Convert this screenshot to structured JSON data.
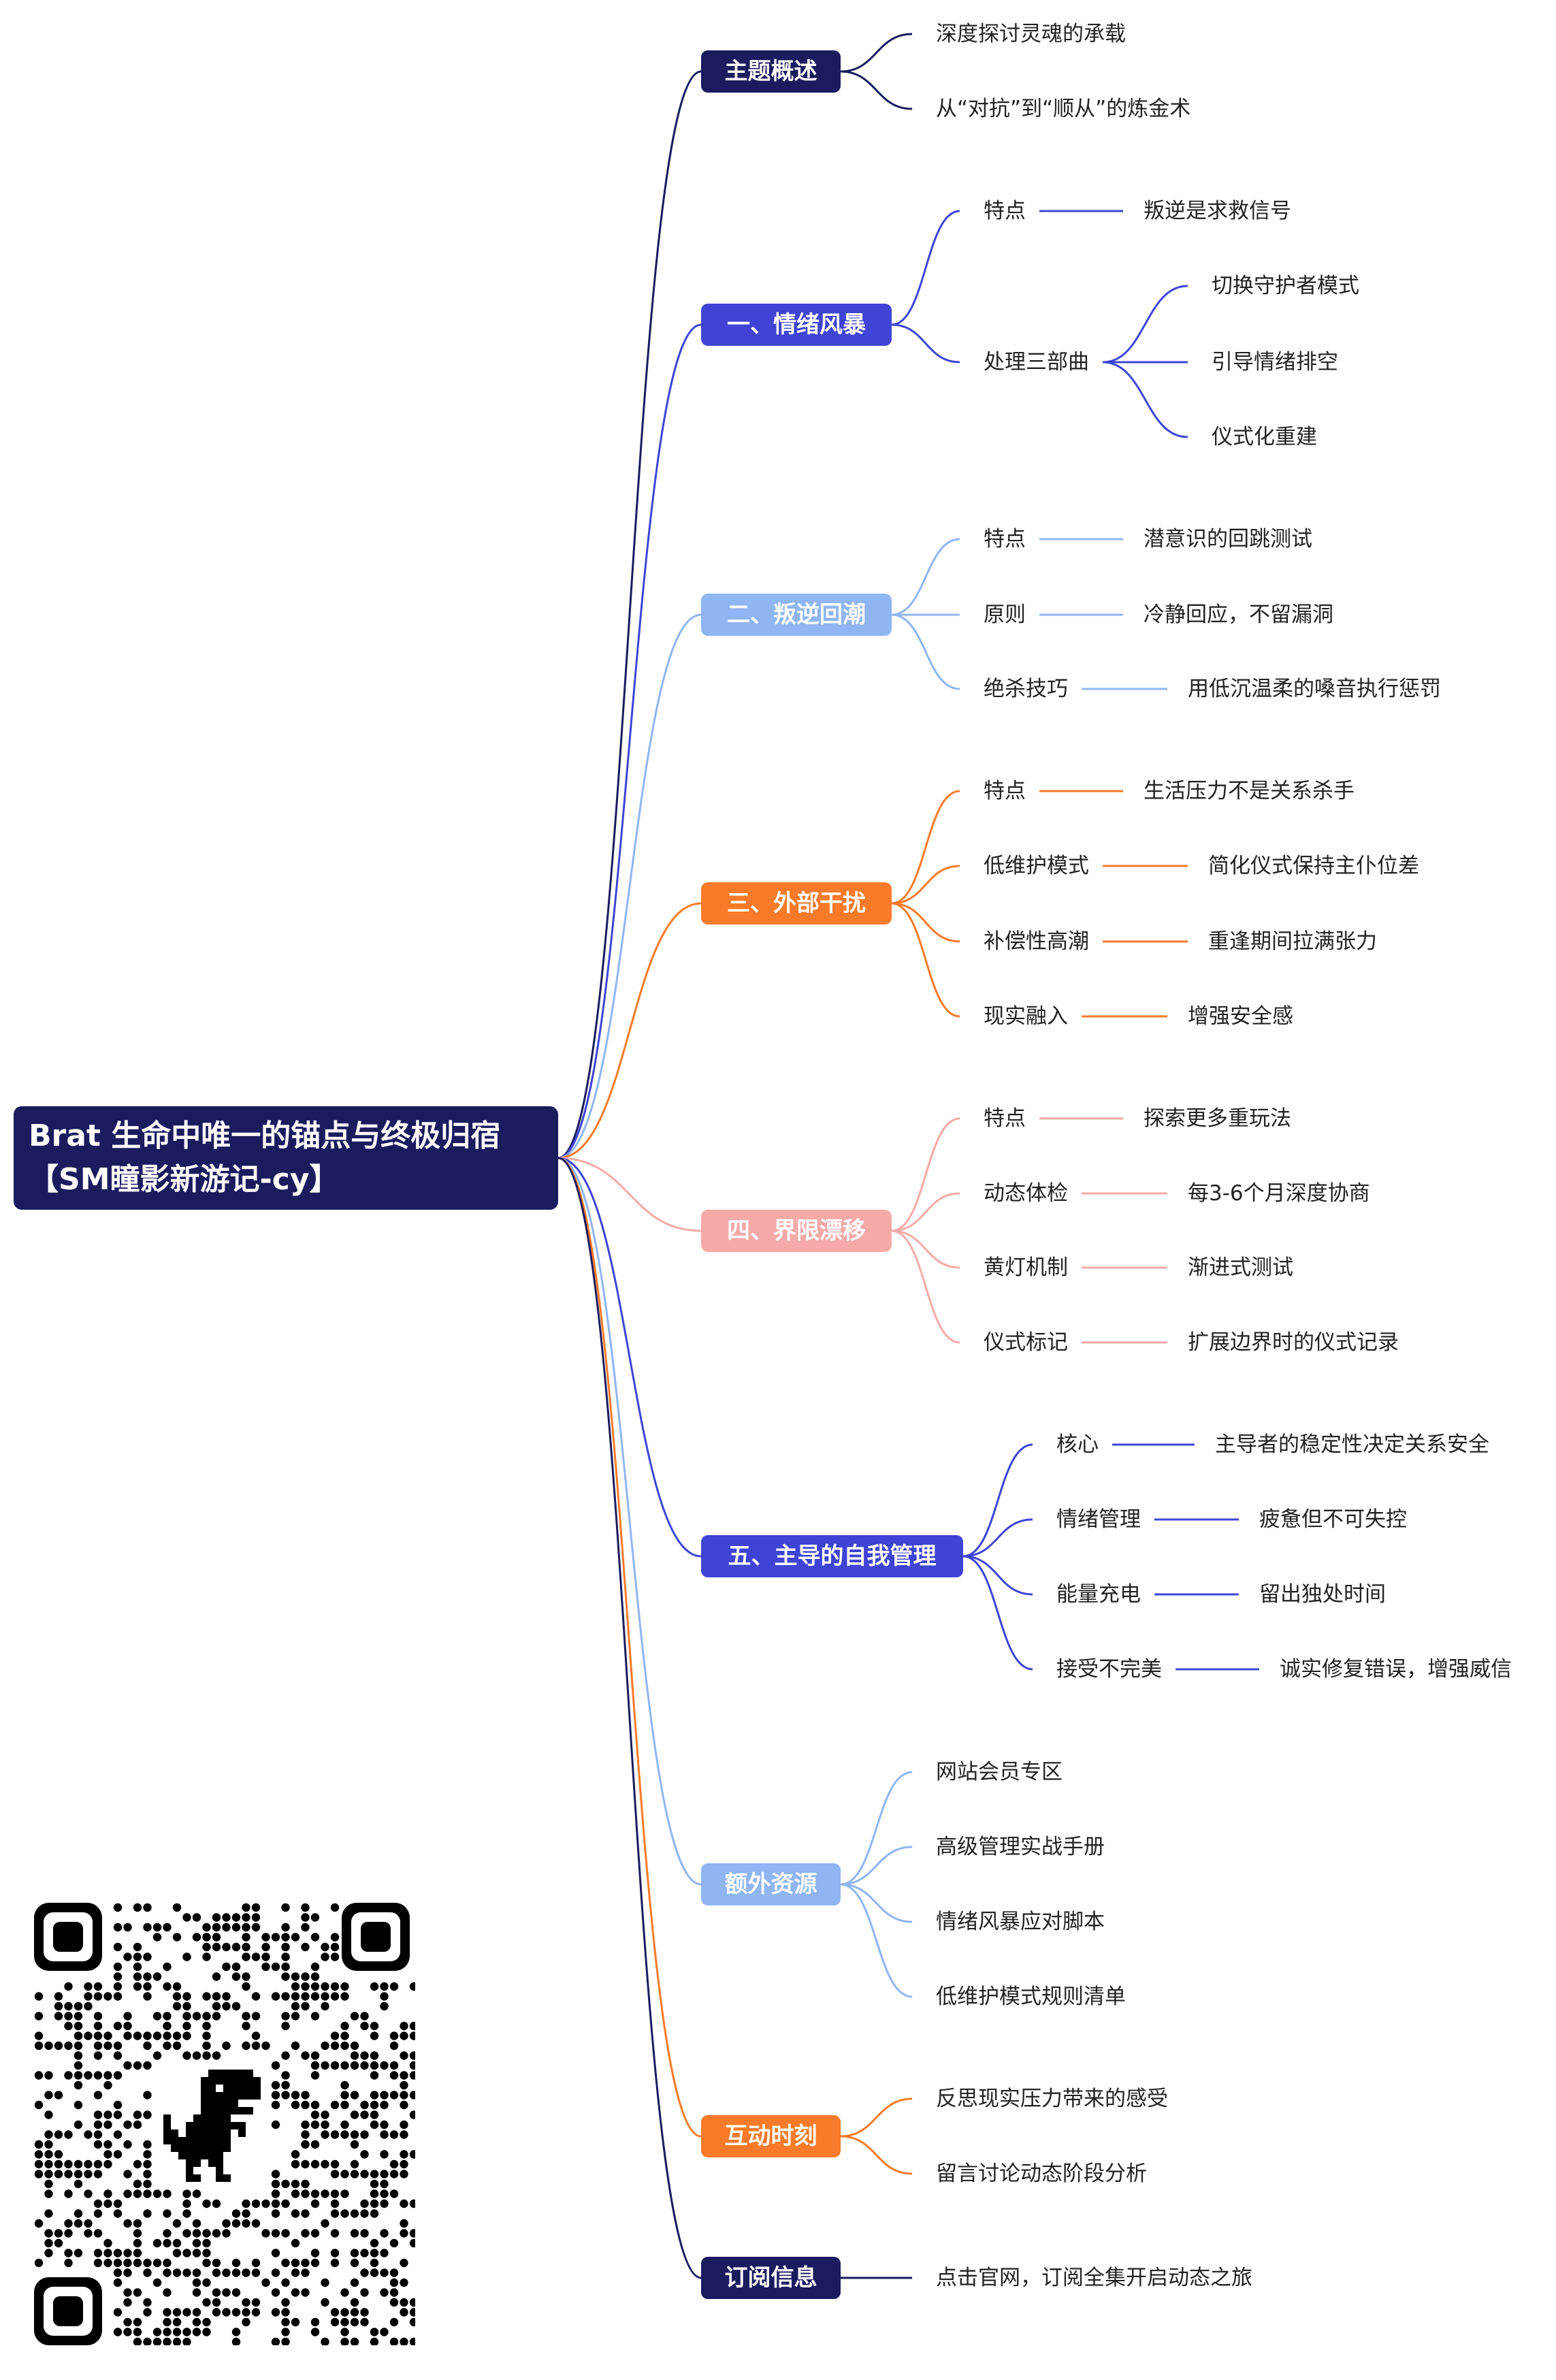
{
  "root": {
    "line1": "Brat 生命中唯一的锚点与终极归宿",
    "line2": "【SM瞳影新游记-cy】"
  },
  "colors": {
    "navy": "#1b1b5e",
    "indigo": "#3f44d6",
    "lightblue": "#8fb5f2",
    "orange": "#f97a28",
    "pink": "#f6aaa8"
  },
  "branches": [
    {
      "label": "主题概述",
      "color": "#1b1b5e",
      "children": [
        {
          "label": "深度探讨灵魂的承载"
        },
        {
          "label": "从“对抗”到“顺从”的炼金术"
        }
      ]
    },
    {
      "label": "一、情绪风暴",
      "color": "#3f44d6",
      "children": [
        {
          "label": "特点",
          "children": [
            {
              "label": "叛逆是求救信号"
            }
          ]
        },
        {
          "label": "处理三部曲",
          "children": [
            {
              "label": "切换守护者模式"
            },
            {
              "label": "引导情绪排空"
            },
            {
              "label": "仪式化重建"
            }
          ]
        }
      ]
    },
    {
      "label": "二、叛逆回潮",
      "color": "#8fb5f2",
      "children": [
        {
          "label": "特点",
          "children": [
            {
              "label": "潜意识的回跳测试"
            }
          ]
        },
        {
          "label": "原则",
          "children": [
            {
              "label": "冷静回应，不留漏洞"
            }
          ]
        },
        {
          "label": "绝杀技巧",
          "children": [
            {
              "label": "用低沉温柔的嗓音执行惩罚"
            }
          ]
        }
      ]
    },
    {
      "label": "三、外部干扰",
      "color": "#f97a28",
      "children": [
        {
          "label": "特点",
          "children": [
            {
              "label": "生活压力不是关系杀手"
            }
          ]
        },
        {
          "label": "低维护模式",
          "children": [
            {
              "label": "简化仪式保持主仆位差"
            }
          ]
        },
        {
          "label": "补偿性高潮",
          "children": [
            {
              "label": "重逢期间拉满张力"
            }
          ]
        },
        {
          "label": "现实融入",
          "children": [
            {
              "label": "增强安全感"
            }
          ]
        }
      ]
    },
    {
      "label": "四、界限漂移",
      "color": "#f6aaa8",
      "children": [
        {
          "label": "特点",
          "children": [
            {
              "label": "探索更多重玩法"
            }
          ]
        },
        {
          "label": "动态体检",
          "children": [
            {
              "label": "每3-6个月深度协商"
            }
          ]
        },
        {
          "label": "黄灯机制",
          "children": [
            {
              "label": "渐进式测试"
            }
          ]
        },
        {
          "label": "仪式标记",
          "children": [
            {
              "label": "扩展边界时的仪式记录"
            }
          ]
        }
      ]
    },
    {
      "label": "五、主导的自我管理",
      "color": "#3f44d6",
      "children": [
        {
          "label": "核心",
          "children": [
            {
              "label": "主导者的稳定性决定关系安全"
            }
          ]
        },
        {
          "label": "情绪管理",
          "children": [
            {
              "label": "疲惫但不可失控"
            }
          ]
        },
        {
          "label": "能量充电",
          "children": [
            {
              "label": "留出独处时间"
            }
          ]
        },
        {
          "label": "接受不完美",
          "children": [
            {
              "label": "诚实修复错误，增强威信"
            }
          ]
        }
      ]
    },
    {
      "label": "额外资源",
      "color": "#8fb5f2",
      "children": [
        {
          "label": "网站会员专区"
        },
        {
          "label": "高级管理实战手册"
        },
        {
          "label": "情绪风暴应对脚本"
        },
        {
          "label": "低维护模式规则清单"
        }
      ]
    },
    {
      "label": "互动时刻",
      "color": "#f97a28",
      "children": [
        {
          "label": "反思现实压力带来的感受"
        },
        {
          "label": "留言讨论动态阶段分析"
        }
      ]
    },
    {
      "label": "订阅信息",
      "color": "#1b1b5e",
      "children": [
        {
          "label": "点击官网，订阅全集开启动态之旅"
        }
      ]
    }
  ],
  "qr_code": {
    "icon": "qr-code-icon",
    "center_icon": "dinosaur-icon"
  }
}
